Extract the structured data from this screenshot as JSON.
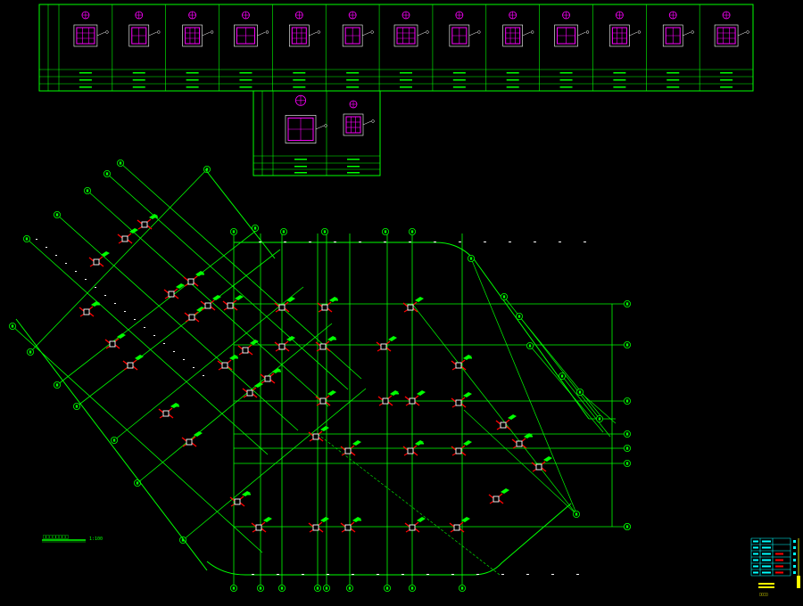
{
  "colors": {
    "background": "#000000",
    "grid_line": "#00ff00",
    "table_frame": "#00ff00",
    "rebar": "#ff00ff",
    "column": "#ffffff",
    "marker": "#ff0000",
    "tag": "#00ff00",
    "legend_text": "#00ffff",
    "legend_accent": "#ffff00"
  },
  "drawing": {
    "title": "□□□□□□□□",
    "scale": "1:100"
  },
  "detail_table": {
    "section_count": 13,
    "extra_section_count": 2
  },
  "legend": {
    "rows": 6,
    "caption": "□□□□"
  }
}
